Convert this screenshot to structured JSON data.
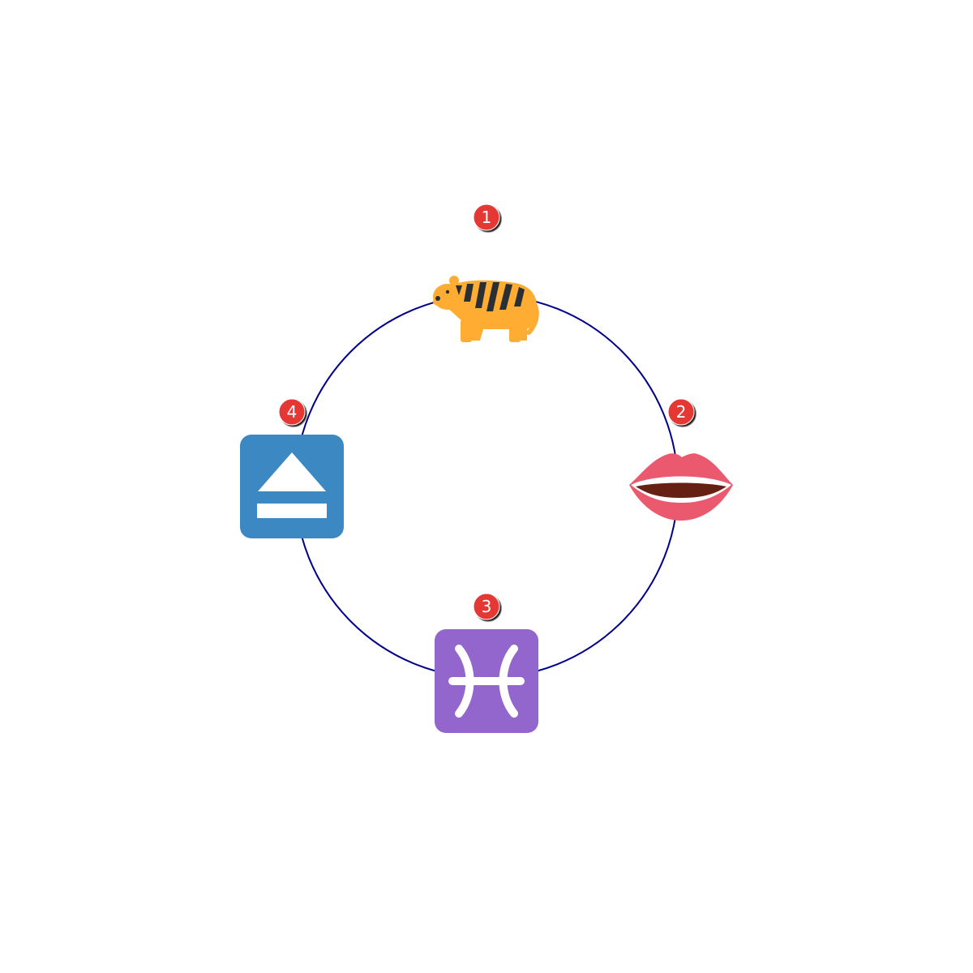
{
  "ring": {
    "stroke_color": "#00008b"
  },
  "badge_color": "#e53935",
  "items": [
    {
      "number": "1",
      "icon": "tiger-icon"
    },
    {
      "number": "2",
      "icon": "mouth-icon"
    },
    {
      "number": "3",
      "icon": "pisces-icon"
    },
    {
      "number": "4",
      "icon": "eject-icon"
    }
  ]
}
